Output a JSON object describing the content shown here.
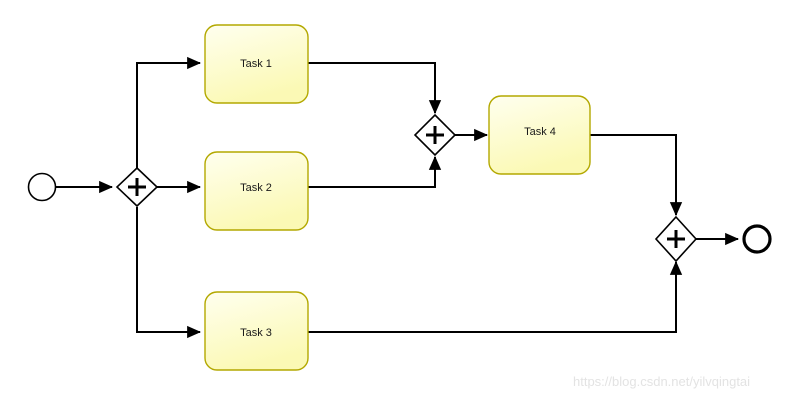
{
  "diagram": {
    "type": "bpmn-parallel-gateway-flow",
    "background_color": "#ffffff",
    "stroke_color": "#000000",
    "task_fill_start": "#ffffef",
    "task_fill_end": "#fbf9b5",
    "task_border_color": "#b3a800",
    "nodes": [
      {
        "id": "start",
        "kind": "start-event",
        "label": ""
      },
      {
        "id": "gw-split",
        "kind": "parallel-gateway",
        "label": "+"
      },
      {
        "id": "task1",
        "kind": "task",
        "label": "Task 1"
      },
      {
        "id": "task2",
        "kind": "task",
        "label": "Task 2"
      },
      {
        "id": "task3",
        "kind": "task",
        "label": "Task 3"
      },
      {
        "id": "gw-join-1",
        "kind": "parallel-gateway",
        "label": "+"
      },
      {
        "id": "task4",
        "kind": "task",
        "label": "Task 4"
      },
      {
        "id": "gw-join-2",
        "kind": "parallel-gateway",
        "label": "+"
      },
      {
        "id": "end",
        "kind": "end-event",
        "label": ""
      }
    ],
    "edges": [
      {
        "from": "start",
        "to": "gw-split"
      },
      {
        "from": "gw-split",
        "to": "task1"
      },
      {
        "from": "gw-split",
        "to": "task2"
      },
      {
        "from": "gw-split",
        "to": "task3"
      },
      {
        "from": "task1",
        "to": "gw-join-1"
      },
      {
        "from": "task2",
        "to": "gw-join-1"
      },
      {
        "from": "gw-join-1",
        "to": "task4"
      },
      {
        "from": "task4",
        "to": "gw-join-2"
      },
      {
        "from": "task3",
        "to": "gw-join-2"
      },
      {
        "from": "gw-join-2",
        "to": "end"
      }
    ]
  },
  "labels": {
    "task1": "Task 1",
    "task2": "Task 2",
    "task3": "Task 3",
    "task4": "Task 4",
    "gateway_symbol": "+"
  },
  "watermark": {
    "text": "https://blog.csdn.net/yilvqingtai",
    "color": "#e3e3e3"
  }
}
